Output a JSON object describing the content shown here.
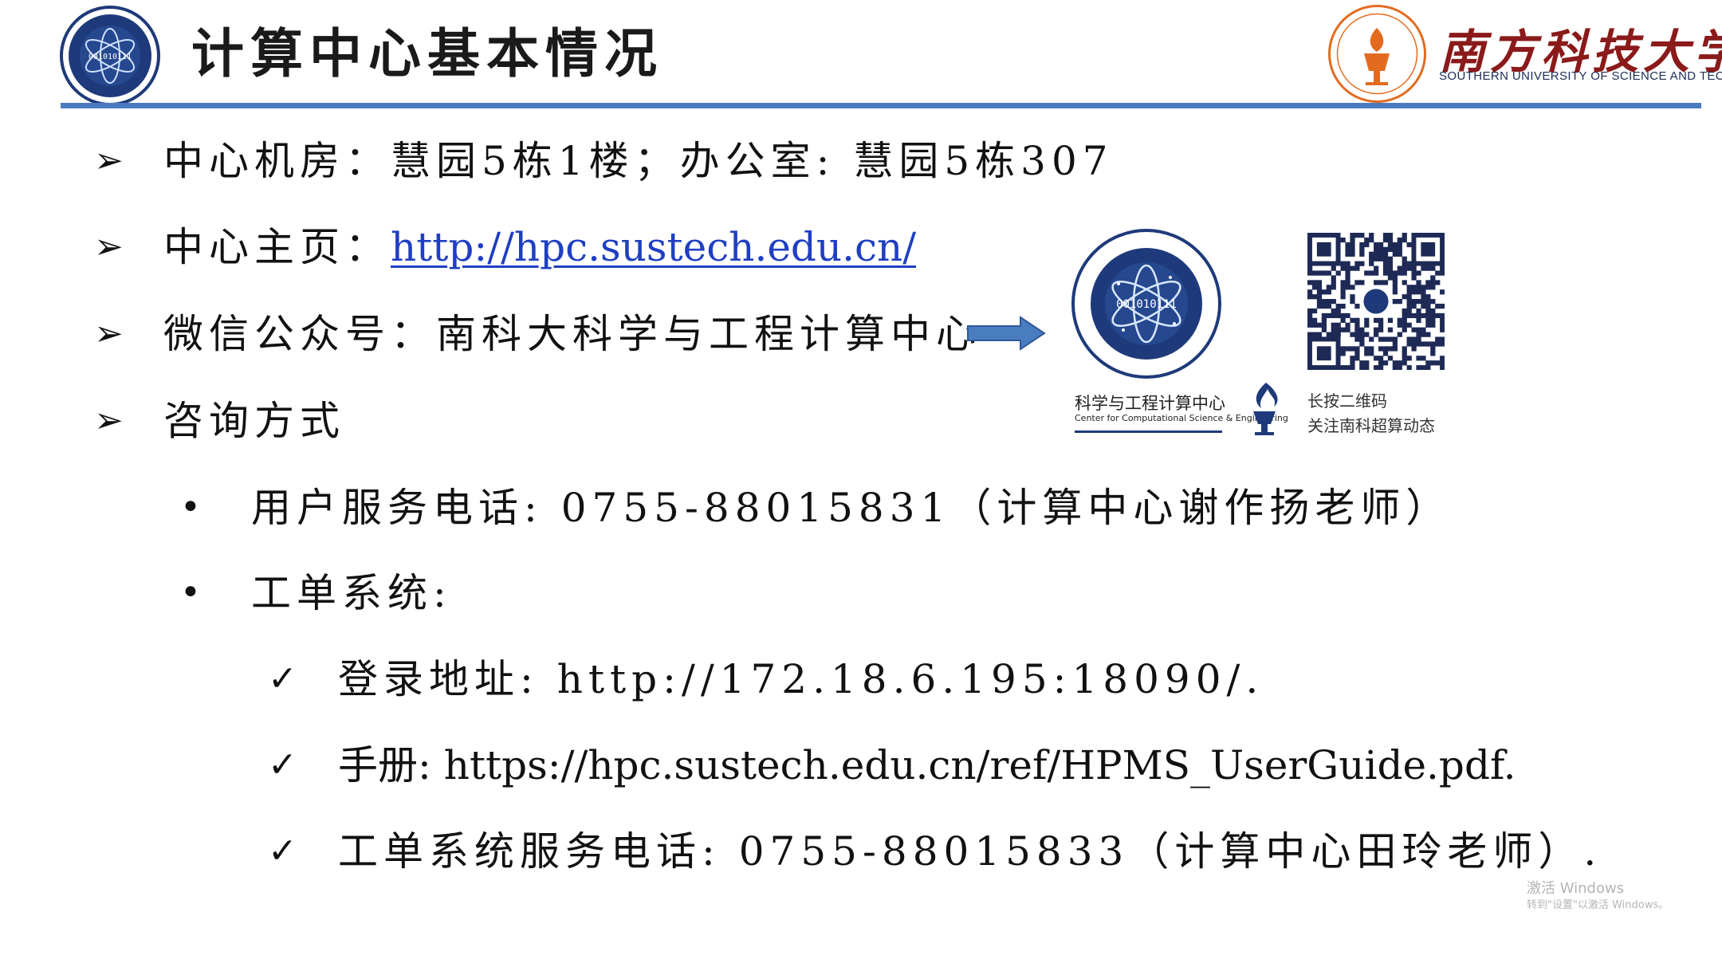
{
  "header": {
    "title": "计算中心基本情况",
    "university_name_zh": "南方科技大学",
    "university_name_en": "SOUTHERN UNIVERSITY OF SCIENCE AND TECHNOLOGY",
    "left_logo_text": "001010111"
  },
  "bullets": {
    "location": {
      "text": "中心机房：慧园5栋1楼；办公室: 慧园5栋307"
    },
    "homepage": {
      "label": "中心主页：",
      "url": "http://hpc.sustech.edu.cn/"
    },
    "wechat": {
      "text": "微信公众号：南科大科学与工程计算中心"
    },
    "consult": {
      "text": "咨询方式",
      "user_service": "用户服务电话: 0755-88015831（计算中心谢作扬老师）",
      "ticket_system": "工单系统:",
      "ticket_items": [
        "登录地址: http://172.18.6.195:18090/.",
        "手册: https://hpc.sustech.edu.cn/ref/HPMS_UserGuide.pdf.",
        "工单系统服务电话: 0755-88015833（计算中心田玲老师）."
      ]
    }
  },
  "markers": {
    "level1": "➢",
    "level2": "•",
    "level3": "✓"
  },
  "wechat_card": {
    "center_name_zh": "科学与工程计算中心",
    "center_name_en": "Center for Computational Science & Engineering",
    "logo_inner_text": "001010111",
    "qr_caption_line1": "长按二维码",
    "qr_caption_line2": "关注南科超算动态"
  },
  "watermark": {
    "line1": "激活 Windows",
    "line2": "转到\"设置\"以激活 Windows。"
  },
  "colors": {
    "rule": "#4a7cc0",
    "link": "#1f3fc2",
    "arrow": "#4a7cc0",
    "university_red": "#8b1a1a",
    "logo_navy": "#1e3a7a",
    "logo_orange": "#e36b1f"
  },
  "icons": {
    "left_logo": "computing-center-logo-icon",
    "right_logo": "sustech-emblem-icon",
    "arrow": "right-arrow-icon",
    "torch": "torch-icon",
    "qr": "qr-code-icon"
  }
}
